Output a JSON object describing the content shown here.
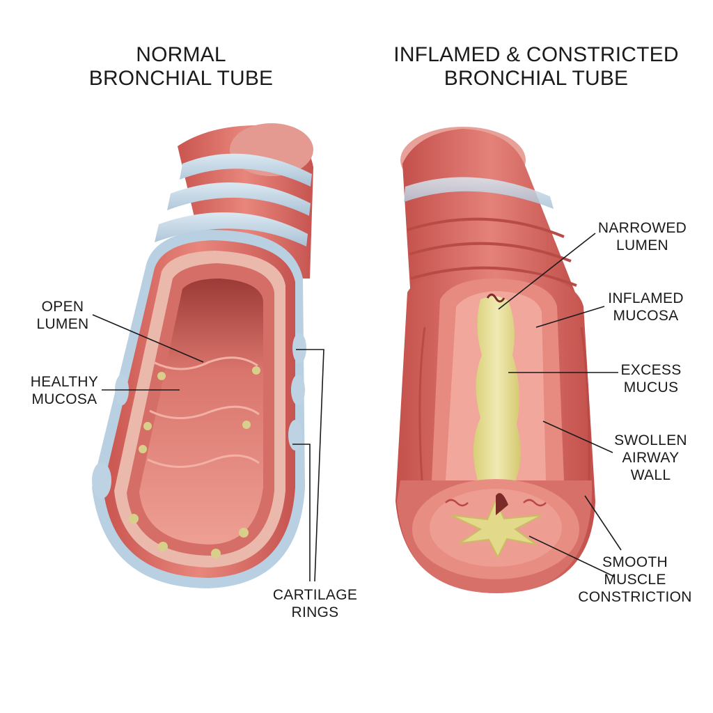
{
  "titles": {
    "normal": {
      "line1": "NORMAL",
      "line2": "BRONCHIAL TUBE"
    },
    "inflamed": {
      "line1": "INFLAMED & CONSTRICTED",
      "line2": "BRONCHIAL TUBE"
    }
  },
  "labels": {
    "open_lumen": {
      "line1": "OPEN",
      "line2": "LUMEN"
    },
    "healthy_mucosa": {
      "line1": "HEALTHY",
      "line2": "MUCOSA"
    },
    "cartilage_rings": {
      "line1": "CARTILAGE",
      "line2": "RINGS"
    },
    "narrowed_lumen": {
      "line1": "NARROWED",
      "line2": "LUMEN"
    },
    "inflamed_mucosa": {
      "line1": "INFLAMED",
      "line2": "MUCOSA"
    },
    "excess_mucus": {
      "line1": "EXCESS",
      "line2": "MUCUS"
    },
    "swollen_wall": {
      "line1": "SWOLLEN",
      "line2": "AIRWAY",
      "line3": "WALL"
    },
    "smooth_muscle": {
      "line1": "SMOOTH",
      "line2": "MUSCLE",
      "line3": "CONSTRICTION"
    }
  },
  "colors": {
    "tissue": "#e07a72",
    "tissue_dark": "#c8504c",
    "tissue_light": "#f2b3a8",
    "cartilage": "#bcd3e3",
    "mucus": "#e6df9a",
    "mucus_dark": "#cfc56a",
    "leader": "#1a1a1a"
  }
}
